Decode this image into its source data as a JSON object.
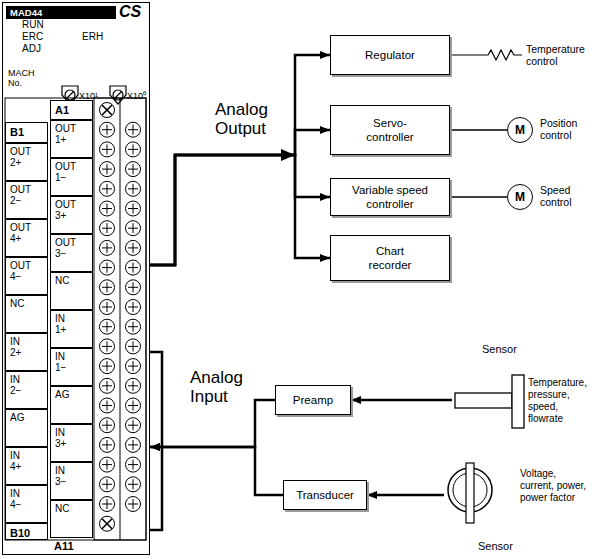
{
  "diagram": {
    "nodes": [
      {
        "text": [
          "MAD44",
          "CS"
        ]
      },
      {
        "text": [
          "Regulator"
        ]
      },
      {
        "text": [
          "Servo- controller"
        ]
      },
      {
        "text": [
          "M"
        ]
      },
      {
        "text": [
          "Variable speed controller"
        ]
      },
      {
        "text": [
          "M"
        ]
      },
      {
        "text": [
          "Chart recorder"
        ]
      },
      {
        "text": [
          "Preamp"
        ]
      },
      {
        "text": [
          "Sensor"
        ]
      },
      {
        "text": [
          "Transducer"
        ]
      },
      {
        "text": [
          "Sensor"
        ]
      }
    ],
    "edges": [
      {
        "from": 0,
        "to": 1,
        "arrow": "to"
      },
      {
        "from": 0,
        "to": 2,
        "arrow": "to"
      },
      {
        "from": 0,
        "to": 4,
        "arrow": "to"
      },
      {
        "from": 0,
        "to": 6,
        "arrow": "to"
      },
      {
        "from": 2,
        "to": 3,
        "arrow": "none"
      },
      {
        "from": 4,
        "to": 5,
        "arrow": "none"
      },
      {
        "from": 8,
        "to": 7,
        "arrow": "to"
      },
      {
        "from": 10,
        "to": 9,
        "arrow": "to"
      },
      {
        "from": 7,
        "to": 0,
        "arrow": "to"
      },
      {
        "from": 9,
        "to": 0,
        "arrow": "to"
      }
    ],
    "labels": [
      "RUN",
      "ERC",
      "ERH",
      "ADJ",
      "MACH No.",
      "X10¹",
      "X10⁰",
      "A1",
      "B1",
      "OUT 1+",
      "OUT 1−",
      "OUT 3+",
      "OUT 3−",
      "NC",
      "IN 1+",
      "IN 1−",
      "AG",
      "IN 3+",
      "IN 3−",
      "NC",
      "A11",
      "OUT 2+",
      "OUT 2−",
      "OUT 4+",
      "OUT 4−",
      "NC",
      "IN 2+",
      "IN 2−",
      "AG",
      "IN 4+",
      "IN 4−",
      "B10",
      "Analog Output",
      "Analog Input",
      "Temperature control",
      "Position control",
      "Speed control",
      "Temperature, pressure, speed, flowrate",
      "Voltage, current, power, power factor"
    ]
  }
}
